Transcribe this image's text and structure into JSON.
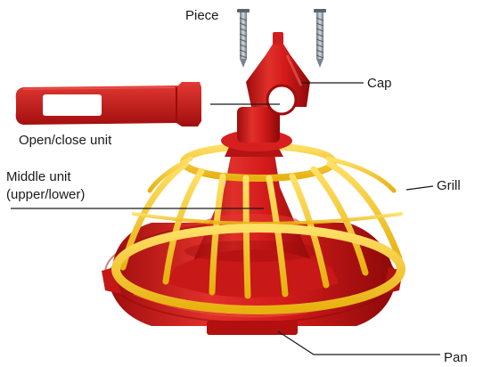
{
  "diagram": {
    "labels": {
      "piece": "Piece",
      "cap": "Cap",
      "open_close_unit": "Open/close unit",
      "middle_unit_line1": "Middle unit",
      "middle_unit_line2": "(upper/lower)",
      "grill": "Grill",
      "pan": "Pan"
    },
    "colors": {
      "feeder_red": "#d81f1f",
      "feeder_dark_red": "#a50e0e",
      "grill_yellow": "#f3c623",
      "screw_grey": "#9aa3ab",
      "leader_line": "#1a1a1a"
    },
    "icons": [
      "screw-icon",
      "screw-icon",
      "open-close-tube-icon"
    ]
  }
}
